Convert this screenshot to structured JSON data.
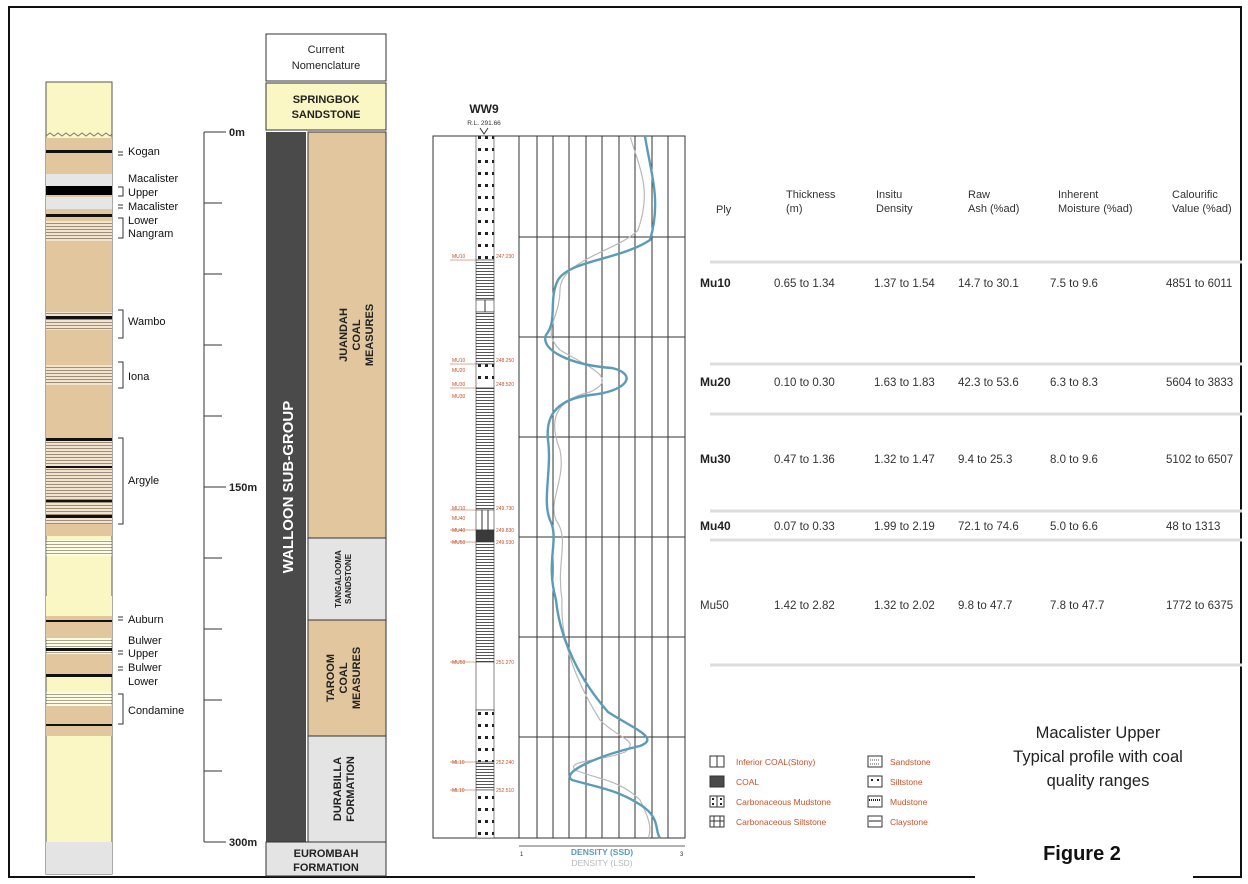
{
  "nomenclature_header": "Current Nomenclature",
  "springbok": [
    "SPRINGBOK",
    "SANDSTONE"
  ],
  "walloon": "WALLOON SUB-GROUP",
  "juandah": [
    "JUANDAH",
    "COAL",
    "MEASURES"
  ],
  "tangalooma": [
    "TANGALOOMA",
    "SANDSTONE"
  ],
  "taroom": [
    "TAROOM",
    "COAL",
    "MEASURES"
  ],
  "durabilla": [
    "DURABILLA",
    "FORMATION"
  ],
  "eurombah": [
    "EUROMBAH",
    "FORMATION"
  ],
  "depth_scale": {
    "top": "0m",
    "mid": "150m",
    "bottom": "300m"
  },
  "seams": {
    "kogan": "Kogan",
    "macalister_upper": [
      "Macalister",
      "Upper"
    ],
    "macalister_lower": [
      "Macalister",
      "Lower"
    ],
    "nangram": "Nangram",
    "wambo": "Wambo",
    "iona": "Iona",
    "argyle": "Argyle",
    "auburn": "Auburn",
    "bulwer_upper": [
      "Bulwer",
      "Upper"
    ],
    "bulwer_lower": [
      "Bulwer",
      "Lower"
    ],
    "condamine": "Condamine"
  },
  "well": {
    "name": "WW9",
    "rl": "R.L. 291.66"
  },
  "log_axis": {
    "density_ssd": "DENSITY (SSD)",
    "density_lsd": "DENSITY (LSD)",
    "min": "1",
    "max": "3"
  },
  "log_colors": {
    "ssd": "#5a9cb8",
    "lsd": "#b8b8b8"
  },
  "table": {
    "headers": [
      [
        "Ply"
      ],
      [
        "Thickness",
        "(m)"
      ],
      [
        "Insitu",
        "Density"
      ],
      [
        "Raw",
        "Ash (%ad)"
      ],
      [
        "Inherent",
        "Moisture (%ad)"
      ],
      [
        "Calourific",
        "Value (%ad)"
      ]
    ],
    "rows": [
      {
        "ply": "Mu10",
        "thickness": "0.65 to 1.34",
        "density": "1.37 to 1.54",
        "ash": "14.7 to 30.1",
        "moisture": "7.5 to 9.6",
        "cv": "4851 to 6011"
      },
      {
        "ply": "Mu20",
        "thickness": "0.10 to 0.30",
        "density": "1.63 to 1.83",
        "ash": "42.3 to 53.6",
        "moisture": "6.3 to 8.3",
        "cv": "5604 to 3833"
      },
      {
        "ply": "Mu30",
        "thickness": "0.47 to 1.36",
        "density": "1.32 to 1.47",
        "ash": "9.4 to 25.3",
        "moisture": "8.0 to 9.6",
        "cv": "5102 to 6507"
      },
      {
        "ply": "Mu40",
        "thickness": "0.07 to 0.33",
        "density": "1.99 to 2.19",
        "ash": "72.1 to 74.6",
        "moisture": "5.0 to 6.6",
        "cv": "48 to 1313"
      },
      {
        "ply": "Mu50",
        "thickness": "1.42 to 2.82",
        "density": "1.32 to 2.02",
        "ash": "9.8 to 47.7",
        "moisture": "7.8 to 47.7",
        "cv": "1772 to 6375"
      }
    ]
  },
  "legend": [
    {
      "icon": "inferior-coal-icon",
      "label": "Inferior COAL(Stony)"
    },
    {
      "icon": "coal-icon",
      "label": "COAL"
    },
    {
      "icon": "carbonaceous-mudstone-icon",
      "label": "Carbonaceous Mudstone"
    },
    {
      "icon": "carbonaceous-siltstone-icon",
      "label": "Carbonaceous Siltstone"
    },
    {
      "icon": "sandstone-icon",
      "label": "Sandstone"
    },
    {
      "icon": "siltstone-icon",
      "label": "Siltstone"
    },
    {
      "icon": "mudstone-icon",
      "label": "Mudstone"
    },
    {
      "icon": "claystone-icon",
      "label": "Claystone"
    }
  ],
  "title": [
    "Macalister Upper",
    "Typical profile with coal",
    "quality ranges"
  ],
  "figure_label": "Figure 2",
  "colors": {
    "sandstone_yellow": "#fbf7c4",
    "coal_measures_tan": "#e2c69d",
    "dark_grey": "#4a4a4a",
    "light_grey": "#e4e4e4",
    "accent_red": "#c5522c"
  }
}
